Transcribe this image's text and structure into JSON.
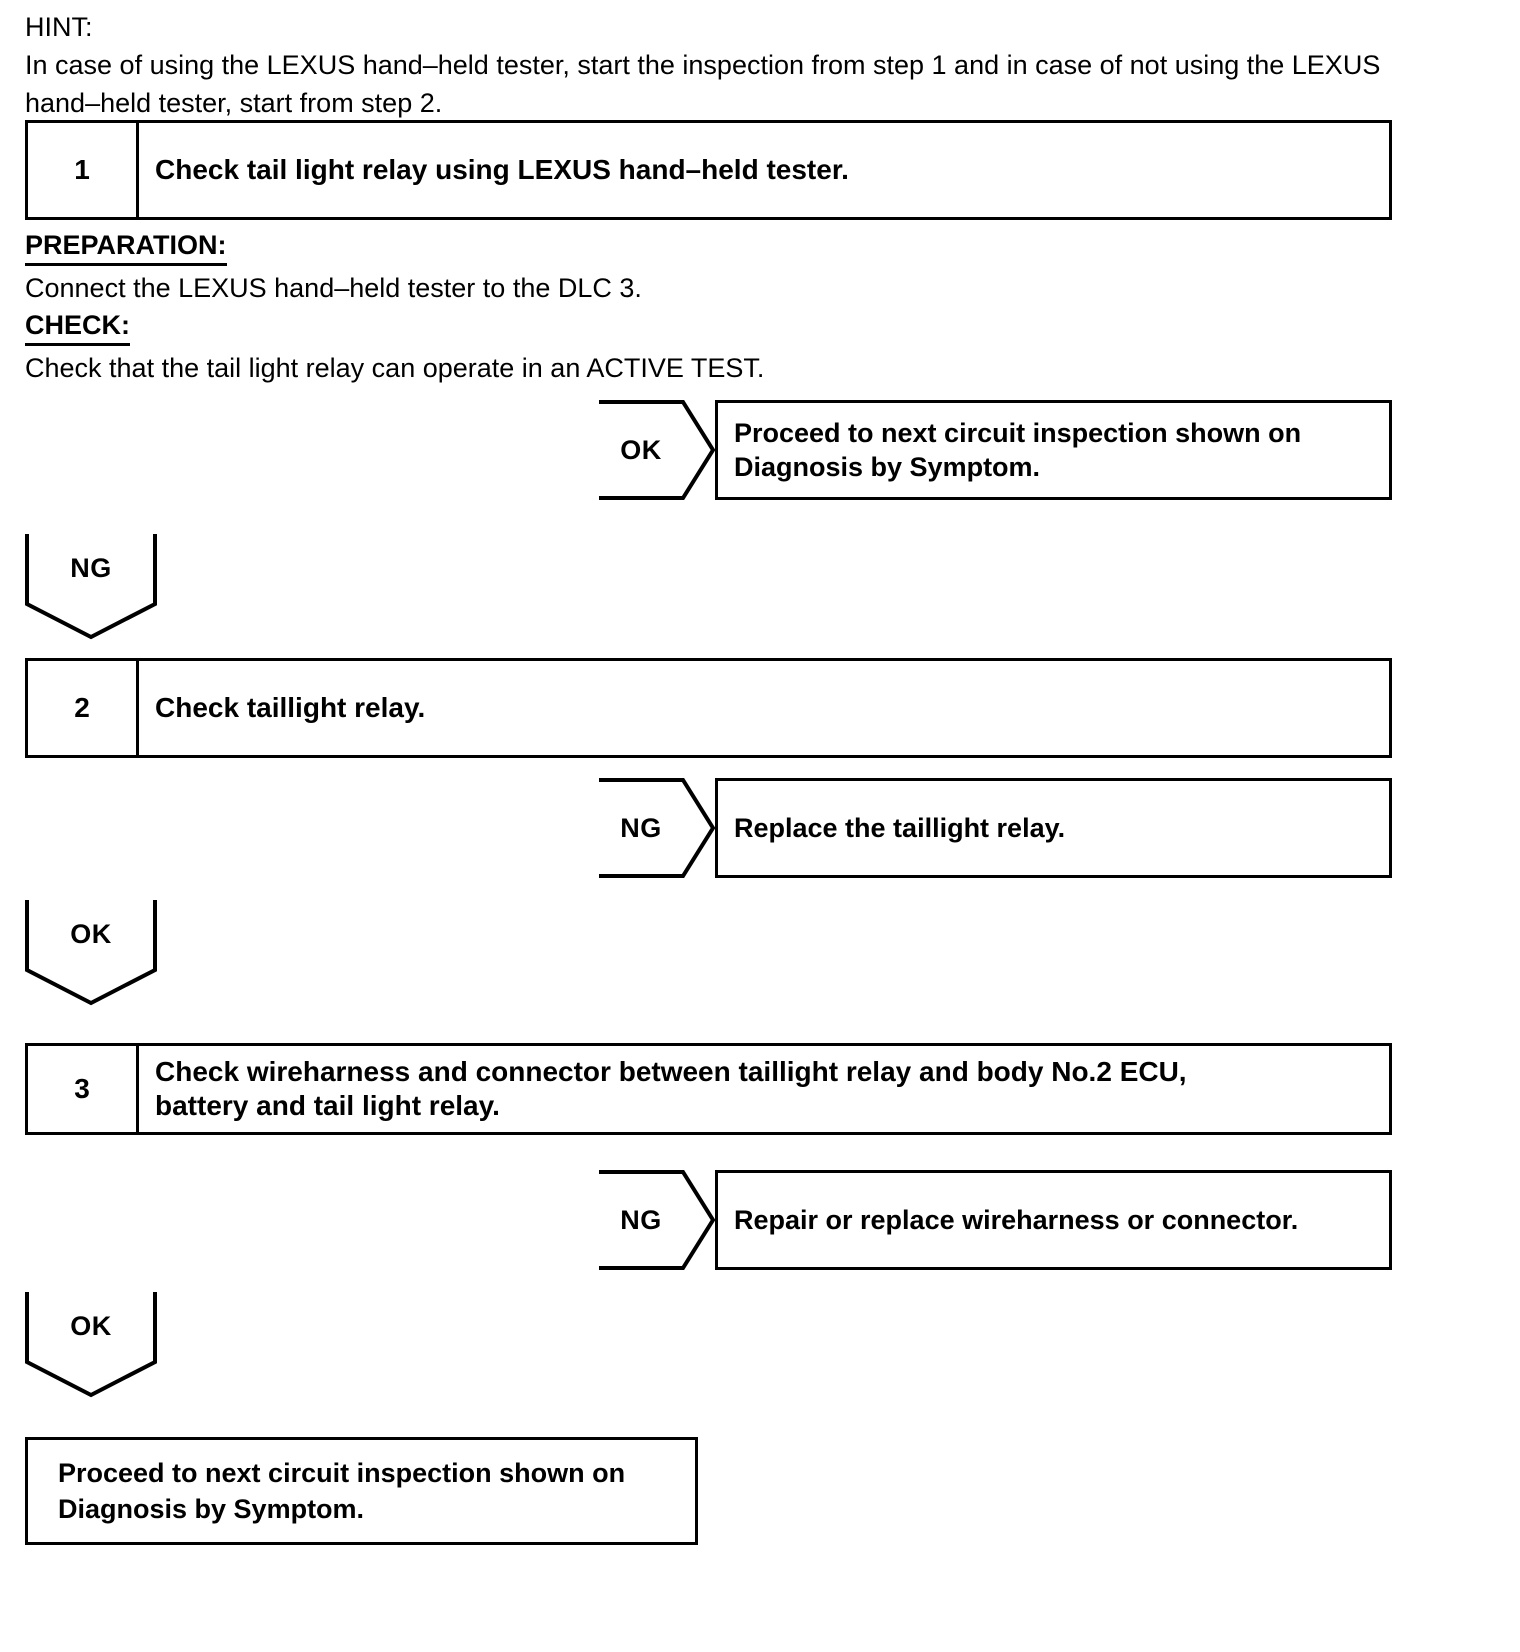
{
  "hint": {
    "label": "HINT:",
    "body": "In case of using the LEXUS hand–held tester, start the inspection from step 1 and in case of not using the LEXUS hand–held tester, start from step 2."
  },
  "steps": [
    {
      "number": "1",
      "title": "Check tail light relay using LEXUS hand–held tester."
    },
    {
      "number": "2",
      "title": "Check taillight relay."
    },
    {
      "number": "3",
      "title_line1": "Check wireharness and connector between taillight relay and body No.2 ECU,",
      "title_line2": "battery and tail light relay."
    }
  ],
  "sections": {
    "preparation_head": "PREPARATION:",
    "preparation_body": "Connect the LEXUS hand–held tester to the DLC 3.",
    "check_head": "CHECK:",
    "check_body": "Check that the tail light relay can operate in an ACTIVE TEST."
  },
  "branches": {
    "step1_ok_label": "OK",
    "step1_ok_result_line1": "Proceed to next circuit inspection shown on",
    "step1_ok_result_line2": "Diagnosis by Symptom.",
    "step1_ng_label": "NG",
    "step2_ng_label": "NG",
    "step2_ng_result": "Replace the taillight relay.",
    "step2_ok_label": "OK",
    "step3_ng_label": "NG",
    "step3_ng_result": "Repair or replace wireharness or connector.",
    "step3_ok_label": "OK"
  },
  "final": {
    "line1": "Proceed to next circuit inspection shown on",
    "line2": "Diagnosis by Symptom."
  },
  "colors": {
    "ink": "#000000",
    "paper": "#ffffff"
  }
}
